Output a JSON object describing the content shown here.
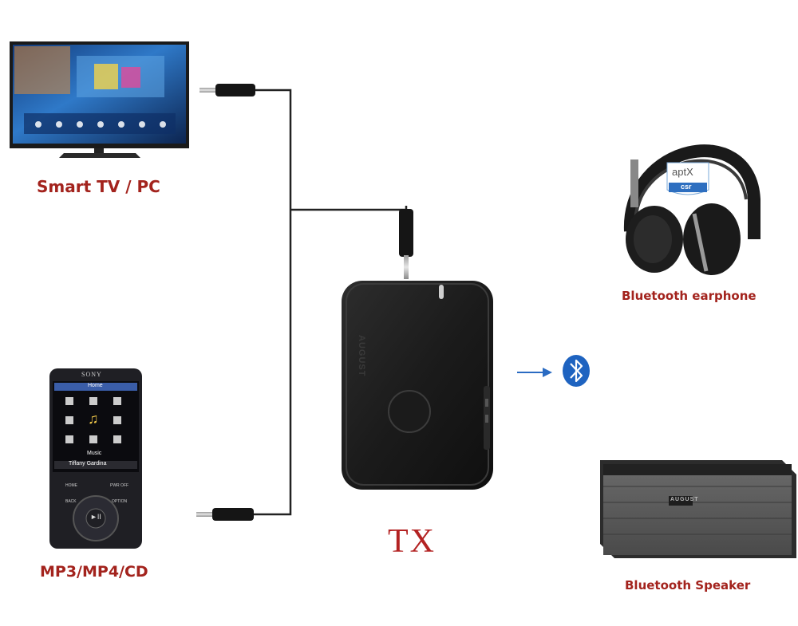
{
  "sources": {
    "tv_label": "Smart TV / PC",
    "mp3_label": "MP3/MP4/CD"
  },
  "transmitter": {
    "label": "TX",
    "device_brand": "AUGUST"
  },
  "receivers": {
    "earphone_label": "Bluetooth earphone",
    "speaker_label": "Bluetooth Speaker",
    "aptx_badge": {
      "top": "aptX",
      "bottom": "csr"
    },
    "speaker_brand": "AUGUST"
  },
  "mp3_player": {
    "brand": "SONY",
    "screen_title": "Home",
    "menu_item": "Music",
    "now_playing": "Tiffany Gardina",
    "buttons": {
      "home": "HOME",
      "pwr": "PWR OFF",
      "back": "BACK",
      "option": "OPTION"
    }
  },
  "colors": {
    "label_red": "#a3231d",
    "bluetooth_blue": "#1e63c0",
    "arrow_blue": "#2a6bc2"
  }
}
